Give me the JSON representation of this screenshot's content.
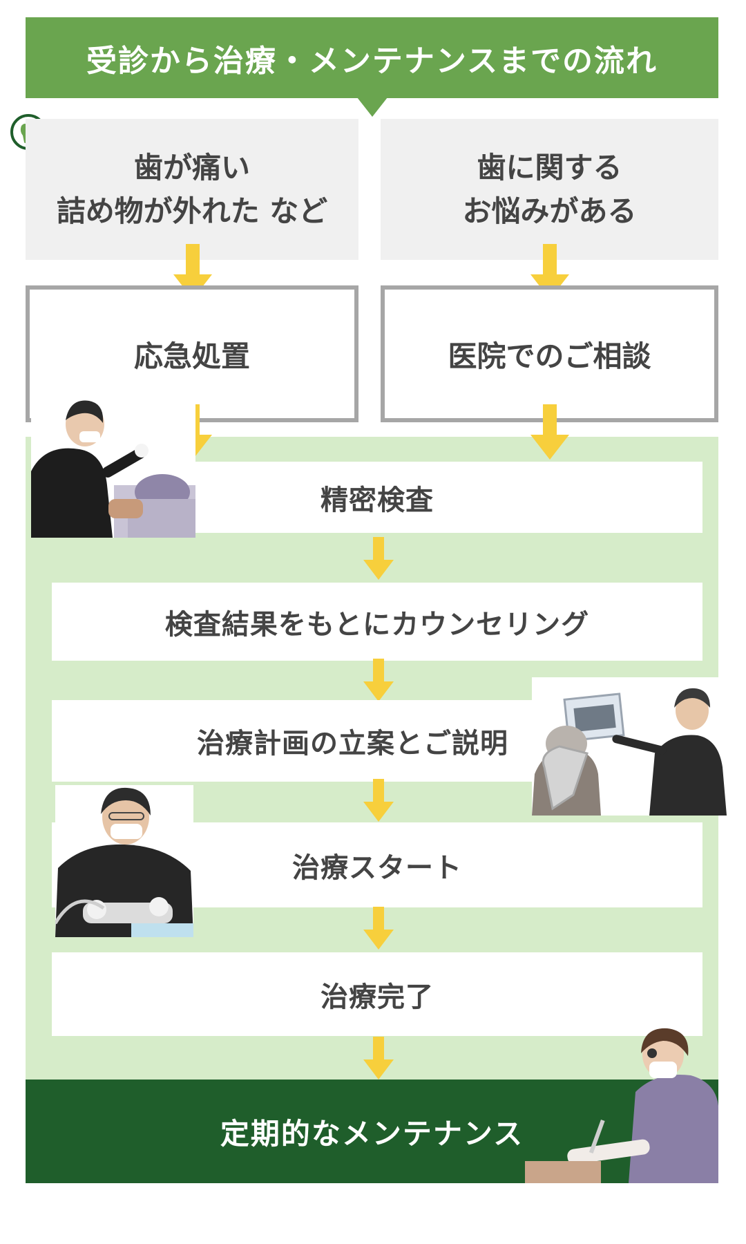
{
  "title": "受診から治療・メンテナンスまでの流れ",
  "left_path": {
    "trigger_line1": "歯が痛い",
    "trigger_line2": "詰め物が外れた など",
    "action": "応急処置"
  },
  "right_path": {
    "trigger_line1": "歯に関する",
    "trigger_line2": "お悩みがある",
    "action": "医院でのご相談"
  },
  "steps": [
    "精密検査",
    "検査結果をもとにカウンセリング",
    "治療計画の立案とご説明",
    "治療スタート",
    "治療完了"
  ],
  "final_step": "定期的なメンテナンス",
  "colors": {
    "title_green": "#6aa54f",
    "light_green_area": "#d6ecc9",
    "dark_green": "#1f5e2b",
    "arrow_yellow": "#f7cf3c",
    "grey_box": "#f0f0f0",
    "outline_grey": "#a6a6a6",
    "text_dark": "#444444"
  },
  "icons": {
    "phone": "tooth-phone-icon"
  }
}
